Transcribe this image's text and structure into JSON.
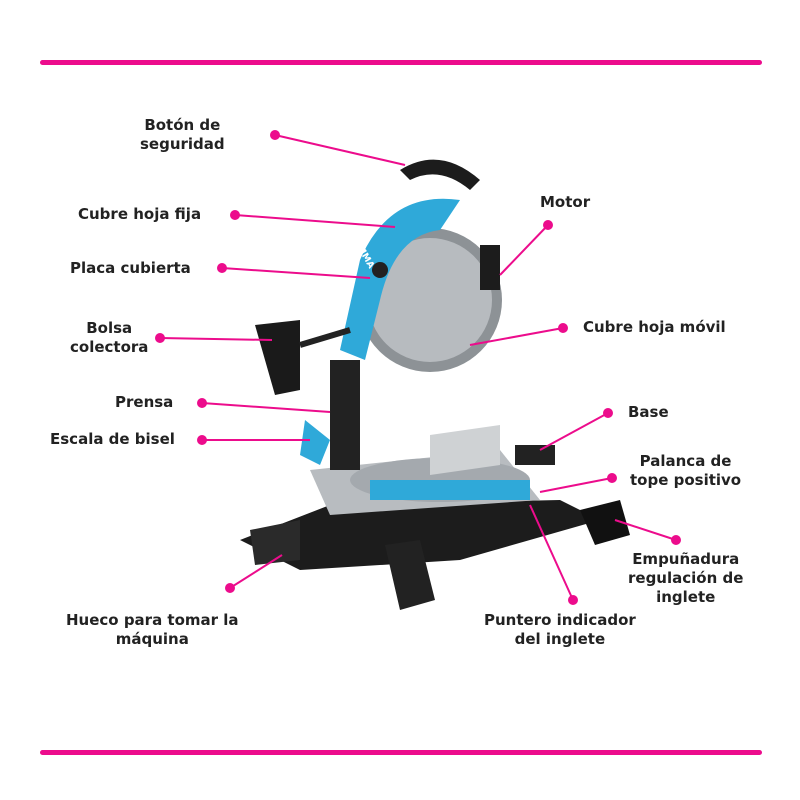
{
  "accent_color": "#ec0c8c",
  "labels": {
    "boton": [
      "Botón de",
      "seguridad"
    ],
    "cubre_fija": "Cubre hoja fija",
    "placa": "Placa cubierta",
    "bolsa": [
      "Bolsa",
      "colectora"
    ],
    "prensa": "Prensa",
    "escala": "Escala de bisel",
    "motor": "Motor",
    "cubre_movil": "Cubre hoja móvil",
    "base": "Base",
    "palanca": [
      "Palanca de",
      "tope positivo"
    ],
    "empunadura": [
      "Empuñadura",
      "regulación de",
      "inglete"
    ],
    "puntero": [
      "Puntero indicador",
      "del inglete"
    ],
    "hueco": [
      "Hueco para tomar la",
      "máquina"
    ]
  },
  "brand_logo": "GAMMA"
}
